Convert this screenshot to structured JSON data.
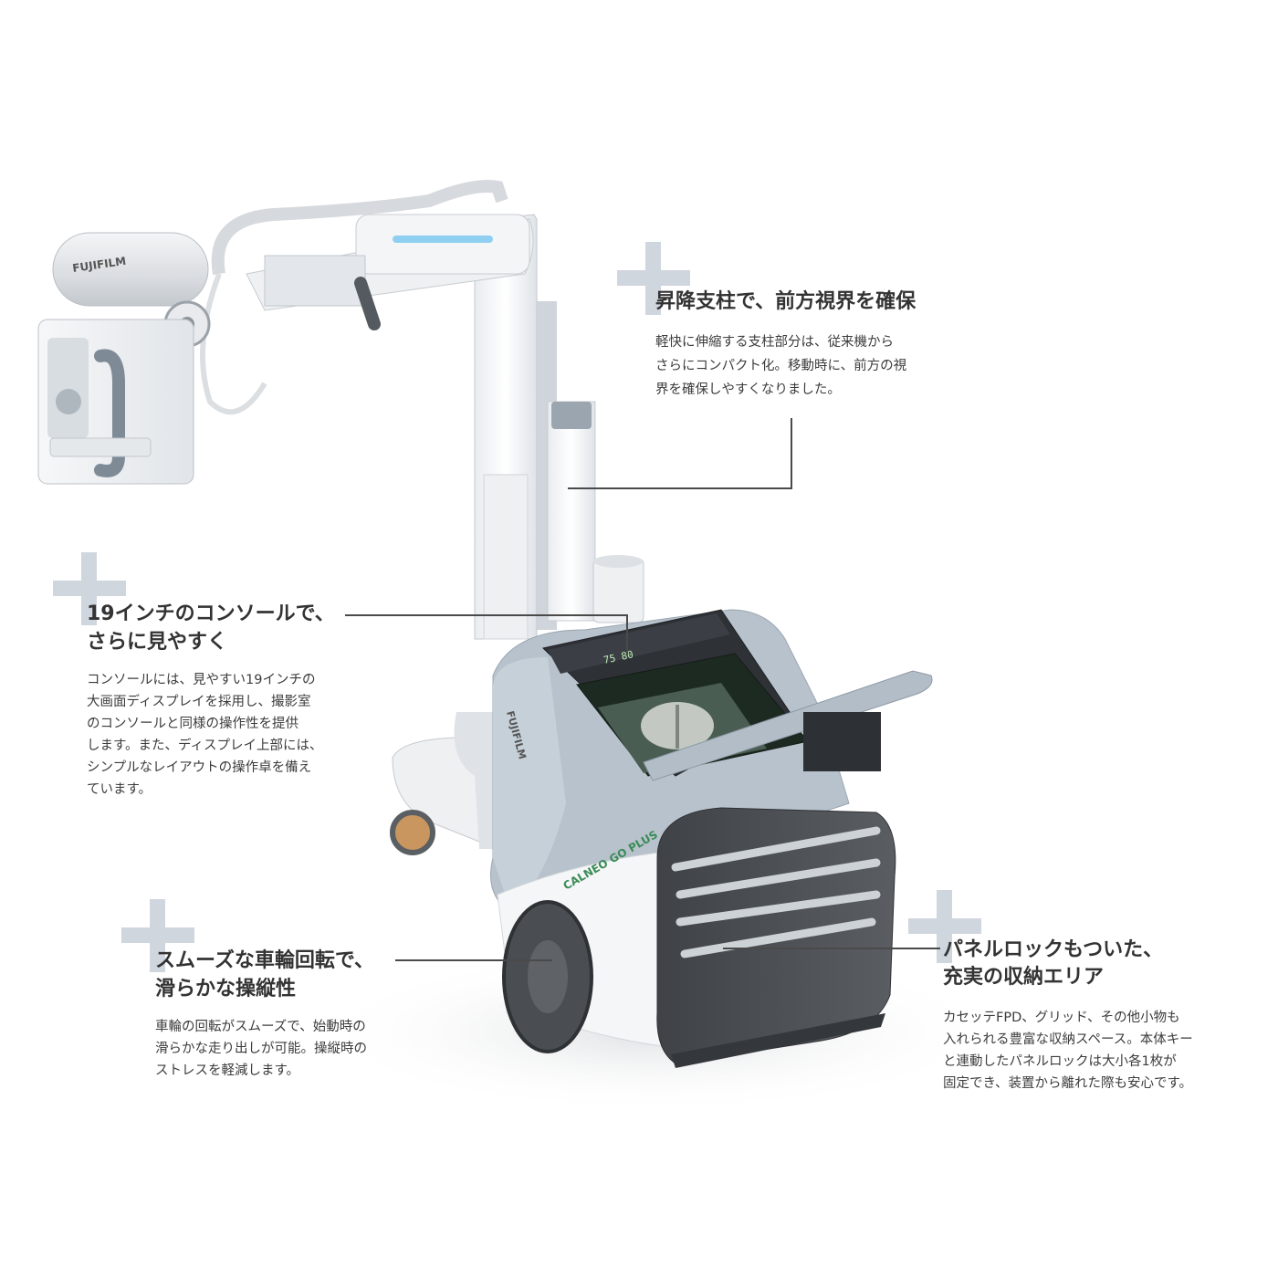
{
  "callouts": {
    "column": {
      "heading": "昇降支柱で、前方視界を確保",
      "body_lines": [
        "軽快に伸縮する支柱部分は、従来機から",
        "さらにコンパクト化。移動時に、前方の視",
        "界を確保しやすくなりました。"
      ]
    },
    "console": {
      "heading_lines": [
        "19インチのコンソールで、",
        "さらに見やすく"
      ],
      "body_lines": [
        "コンソールには、見やすい19インチの",
        "大画面ディスプレイを採用し、撮影室",
        "のコンソールと同様の操作性を提供",
        "します。また、ディスプレイ上部には、",
        "シンプルなレイアウトの操作卓を備え",
        "ています。"
      ]
    },
    "wheel": {
      "heading_lines": [
        "スムーズな車輪回転で、",
        "滑らかな操縦性"
      ],
      "body_lines": [
        "車輪の回転がスムーズで、始動時の",
        "滑らかな走り出しが可能。操縦時の",
        "ストレスを軽減します。"
      ]
    },
    "storage": {
      "heading_lines": [
        "パネルロックもついた、",
        "充実の収納エリア"
      ],
      "body_lines": [
        "カセッテFPD、グリッド、その他小物も",
        "入れられる豊富な収納スペース。本体キー",
        "と連動したパネルロックは大小各1枚が",
        "固定でき、装置から離れた際も安心です。"
      ]
    }
  },
  "machine": {
    "brand": "FUJIFILM",
    "model": "CALNEO GO PLUS",
    "display_readout": "75 80"
  }
}
